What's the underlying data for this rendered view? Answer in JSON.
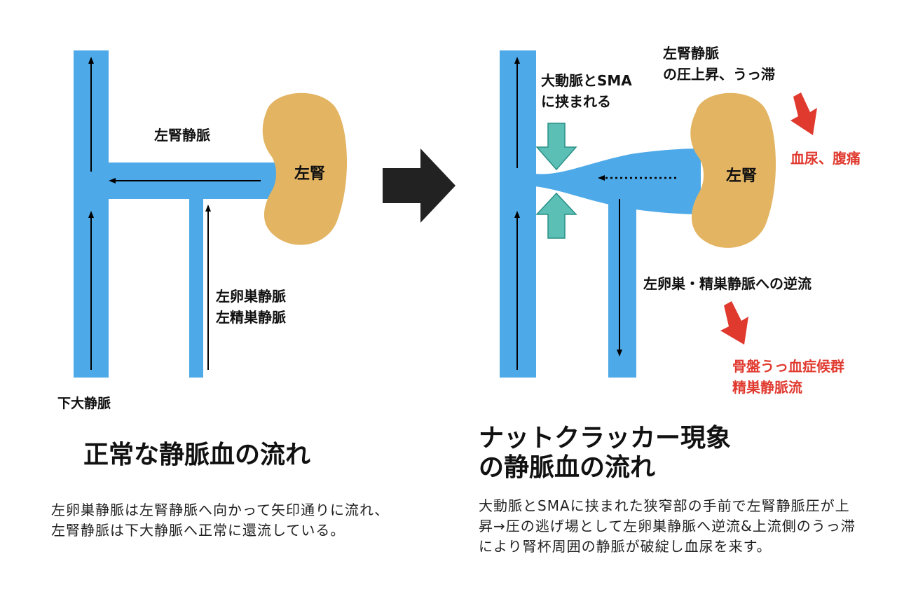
{
  "left": {
    "ivc_label": "下大静脈",
    "renal_vein_label": "左腎静脈",
    "kidney_label": "左腎",
    "gonadal_label_1": "左卵巣静脈",
    "gonadal_label_2": "左精巣静脈",
    "title": "正常な静脈血の流れ",
    "description": "左卵巣静脈は左腎静脈へ向かって矢印通りに流れ、左腎静脈は下大静脈へ正常に還流している。"
  },
  "right": {
    "compression_label_1": "大動脈とSMA",
    "compression_label_2": "に挟まれる",
    "renal_pressure_label_1": "左腎静脈",
    "renal_pressure_label_2": "の圧上昇、うっ滞",
    "kidney_label": "左腎",
    "symptom_1": "血尿、腹痛",
    "reflux_label": "左卵巣・精巣静脈への逆流",
    "symptom_2_line1": "骨盤うっ血症候群",
    "symptom_2_line2": "精巣静脈流",
    "title_line1": "ナットクラッカー現象",
    "title_line2": "の静脈血の流れ",
    "description": "大動脈とSMAに挟まれた狭窄部の手前で左腎静脈圧が上昇→圧の逃げ場として左卵巣静脈へ逆流&上流側のうっ滞により腎杯周囲の静脈が破綻し血尿を来す。"
  },
  "colors": {
    "vein": "#4ea9e8",
    "kidney": "#e3b462",
    "compression_arrow": "#5bbfb5",
    "compression_arrow_border": "#2a8f86",
    "symptom_red": "#e03a2f",
    "transition_arrow": "#222222"
  }
}
